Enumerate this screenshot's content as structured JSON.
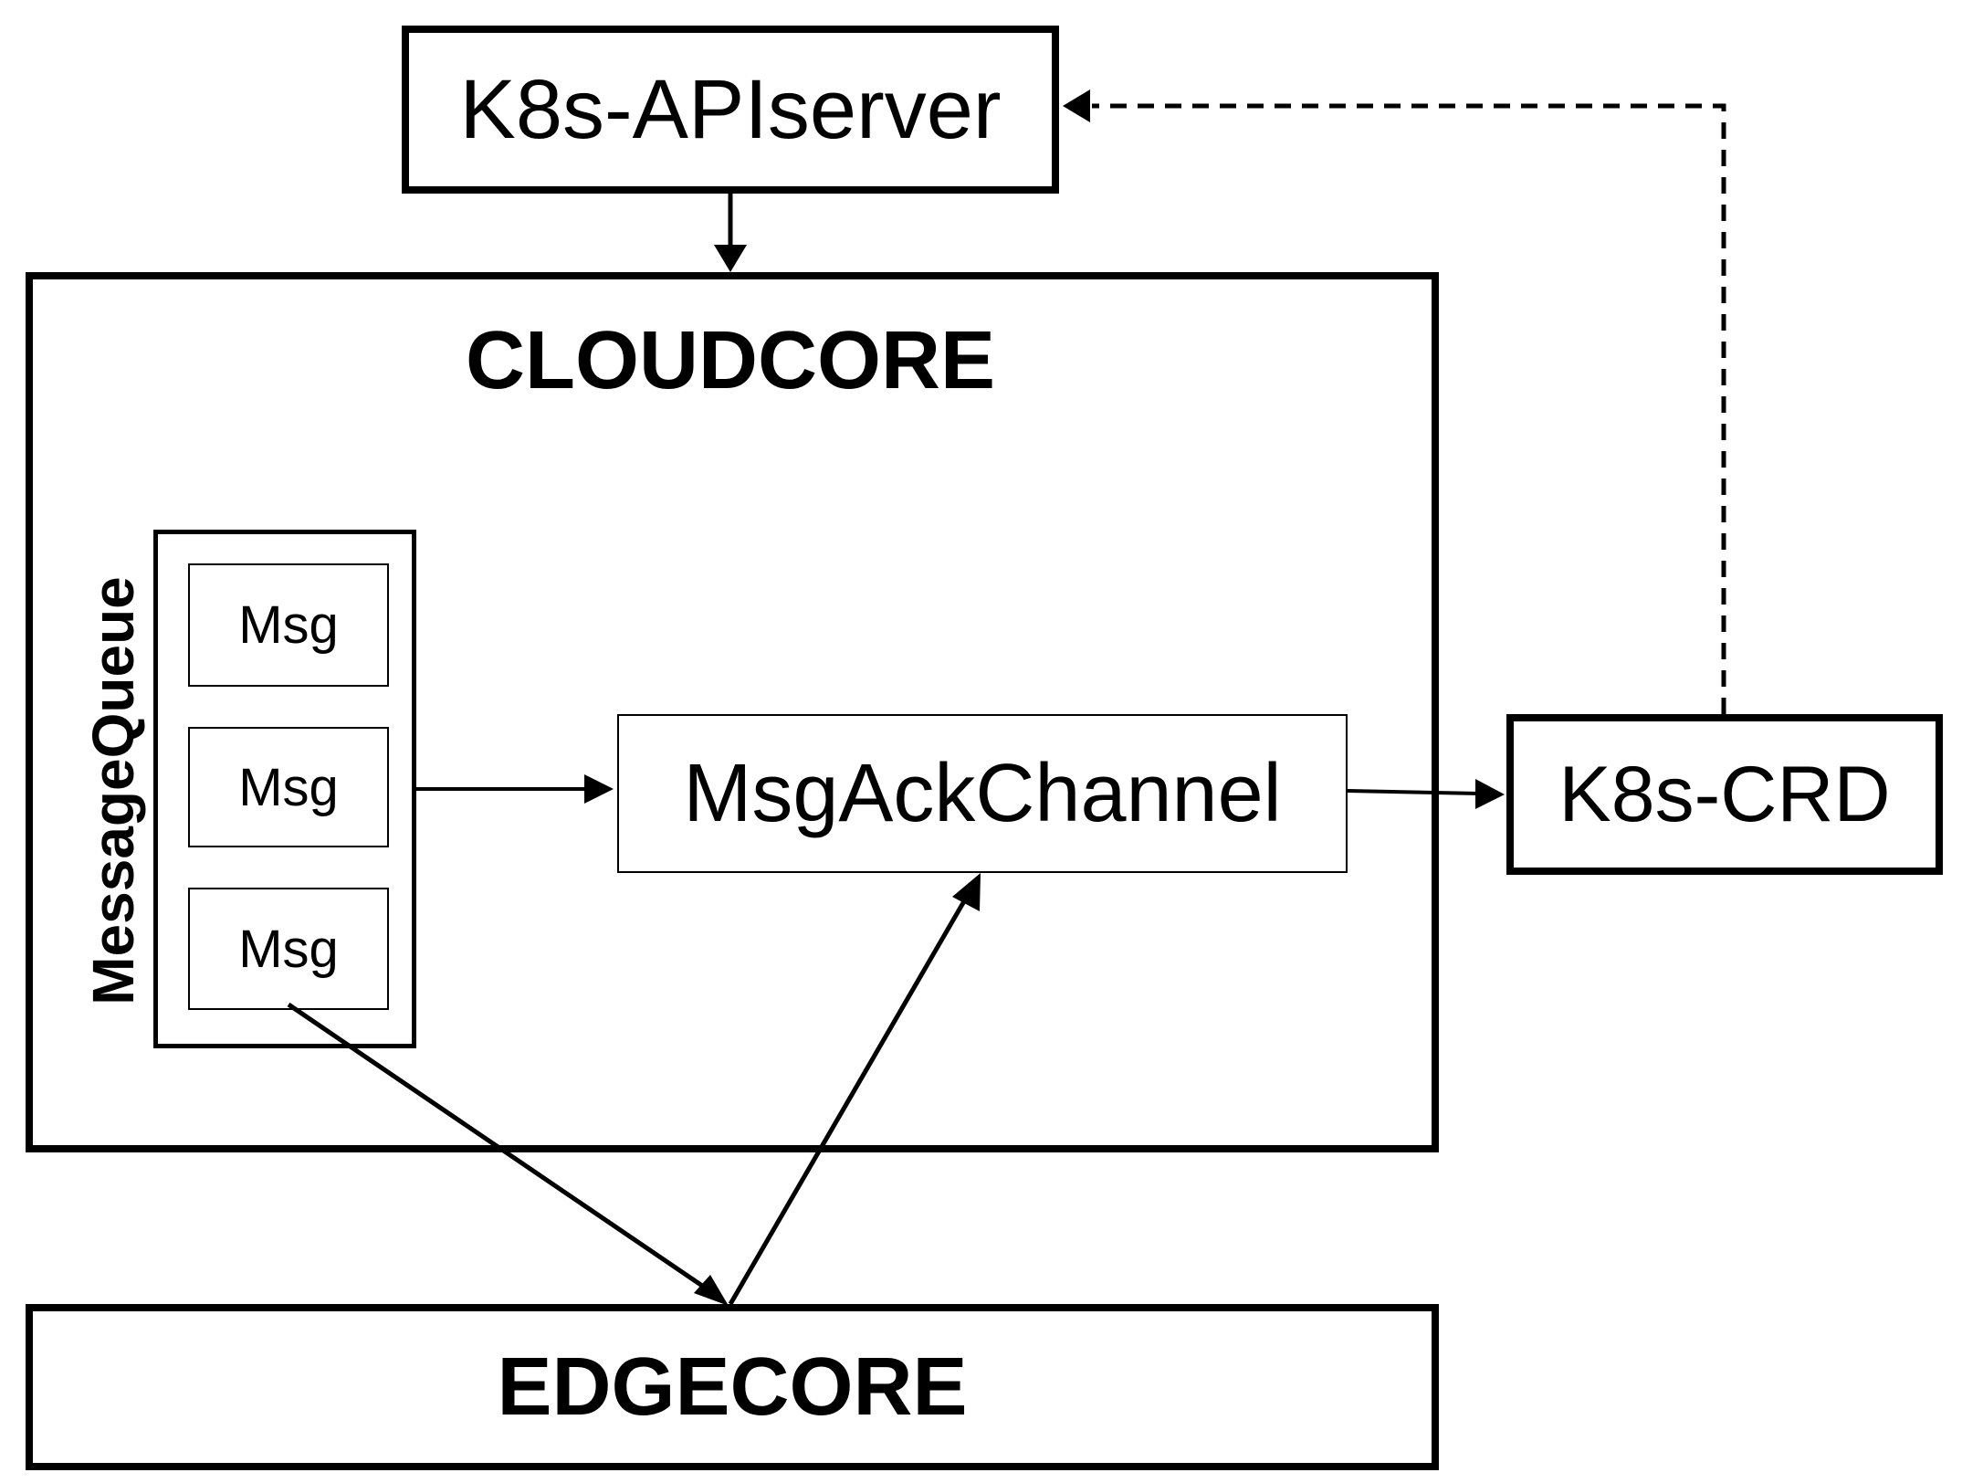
{
  "diagram": {
    "apiserver": {
      "label": "K8s-APIserver"
    },
    "cloudcore": {
      "title": "CLOUDCORE"
    },
    "message_queue": {
      "label": "MessageQueue",
      "messages": [
        "Msg",
        "Msg",
        "Msg"
      ]
    },
    "ack_channel": {
      "label": "MsgAckChannel"
    },
    "crd": {
      "label": "K8s-CRD"
    },
    "edgecore": {
      "label": "EDGECORE"
    }
  }
}
